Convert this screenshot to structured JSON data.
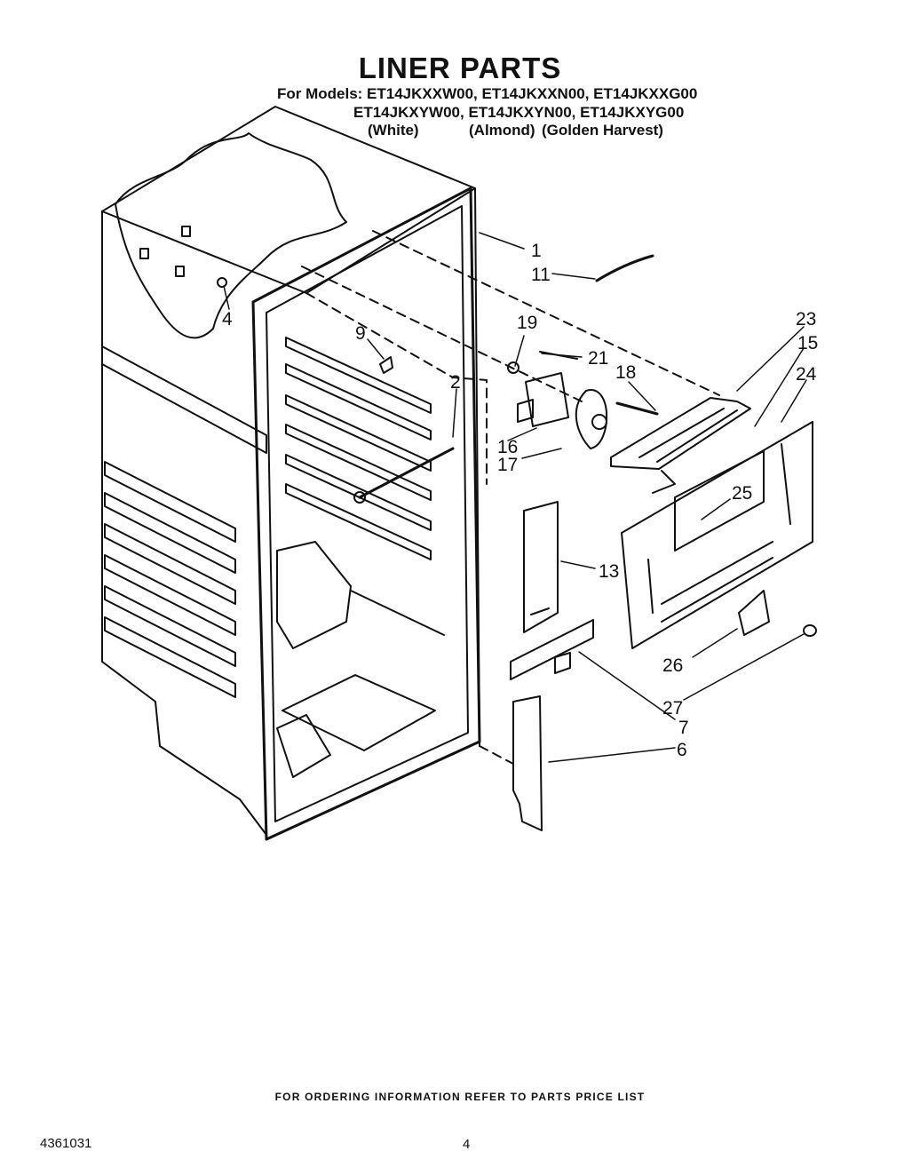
{
  "header": {
    "title": "LINER PARTS",
    "models_line1": "For Models: ET14JKXXW00, ET14JKXXN00, ET14JKXXG00",
    "models_line2": "ET14JKXYW00, ET14JKXYN00, ET14JKXYG00",
    "color_white": "(White)",
    "color_almond": "(Almond)",
    "color_golden": "(Golden Harvest)"
  },
  "callouts": [
    "1",
    "11",
    "4",
    "9",
    "19",
    "21",
    "23",
    "15",
    "24",
    "18",
    "2",
    "16",
    "17",
    "25",
    "13",
    "26",
    "27",
    "7",
    "6"
  ],
  "footer": {
    "ordering_note": "FOR ORDERING INFORMATION REFER TO PARTS PRICE LIST",
    "doc_number": "4361031",
    "page_number": "4"
  }
}
